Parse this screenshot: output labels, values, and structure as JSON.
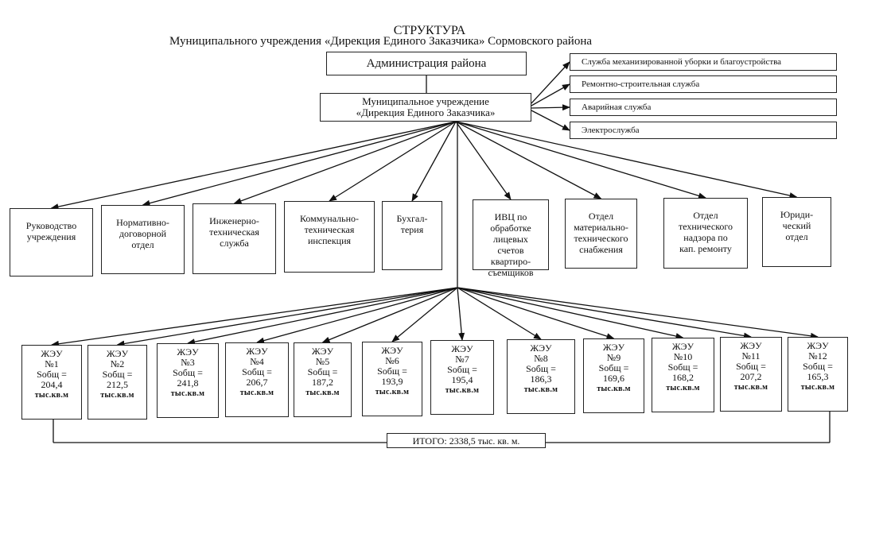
{
  "title": "СТРУКТУРА",
  "subtitle": "Муниципального учреждения «Дирекция Единого Заказчика» Сормовского района",
  "admin": "Администрация района",
  "mu": [
    "Муниципальное учреждение",
    "«Дирекция Единого Заказчика»"
  ],
  "services": [
    "Служба механизированной уборки и благоустройства",
    "Ремонтно-строительная служба",
    "Аварийная служба",
    "Электрослужба"
  ],
  "departments": [
    [
      "Руководство",
      "учреждения"
    ],
    [
      "Нормативно-",
      "договорной",
      "отдел"
    ],
    [
      "Инженерно-",
      "техническая",
      "служба"
    ],
    [
      "Коммунально-",
      "техническая",
      "инспекция"
    ],
    [
      "Бухгал-",
      "терия"
    ],
    [
      "ИВЦ по",
      "обработке",
      "лицевых",
      "счетов",
      "квартиро-",
      "съемщиков"
    ],
    [
      "Отдел",
      "материально-",
      "технического",
      "снабжения"
    ],
    [
      "Отдел",
      "технического",
      "надзора  по",
      "кап. ремонту"
    ],
    [
      "Юриди-",
      "ческий",
      "отдел"
    ]
  ],
  "zheu_label": "ЖЭУ",
  "area_label": "Sобщ =",
  "unit": "тыс.кв.м",
  "zheu": [
    {
      "num": "№1",
      "area": "204,4"
    },
    {
      "num": "№2",
      "area": "212,5"
    },
    {
      "num": "№3",
      "area": "241,8"
    },
    {
      "num": "№4",
      "area": "206,7"
    },
    {
      "num": "№5",
      "area": "187,2"
    },
    {
      "num": "№6",
      "area": "193,9"
    },
    {
      "num": "№7",
      "area": "195,4"
    },
    {
      "num": "№8",
      "area": "186,3"
    },
    {
      "num": "№9",
      "area": "169,6"
    },
    {
      "num": "№10",
      "area": "168,2"
    },
    {
      "num": "№11",
      "area": "207,2"
    },
    {
      "num": "№12",
      "area": "165,3"
    }
  ],
  "total": "ИТОГО: 2338,5 тыс. кв. м."
}
